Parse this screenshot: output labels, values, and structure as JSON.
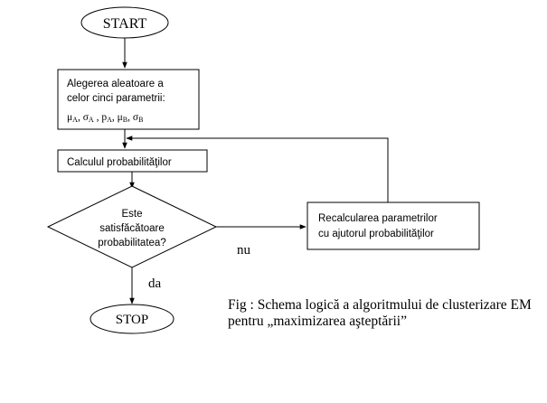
{
  "start_label": "START",
  "stop_label": "STOP",
  "init_box": {
    "line1": "Alegerea aleatoare a",
    "line2": "celor cinci parametrii:",
    "params": [
      {
        "sym": "μ",
        "sub": "A"
      },
      {
        "sym": "σ",
        "sub": "A"
      },
      {
        "sym": "p",
        "sub": "A"
      },
      {
        "sym": "μ",
        "sub": "B"
      },
      {
        "sym": "σ",
        "sub": "B"
      }
    ]
  },
  "compute_box": "Calculul probabilităţilor",
  "decision": {
    "line1": "Este",
    "line2": "satisfăcătoare",
    "line3": "probabilitatea?"
  },
  "recalc_box": {
    "line1": "Recalcularea parametrilor",
    "line2": "cu ajutorul probabilităţilor"
  },
  "label_no": "nu",
  "label_yes": "da",
  "caption": {
    "line1": "Fig : Schema logică a algoritmului de clusterizare EM",
    "line2": "pentru „maximizarea aşteptării”"
  }
}
